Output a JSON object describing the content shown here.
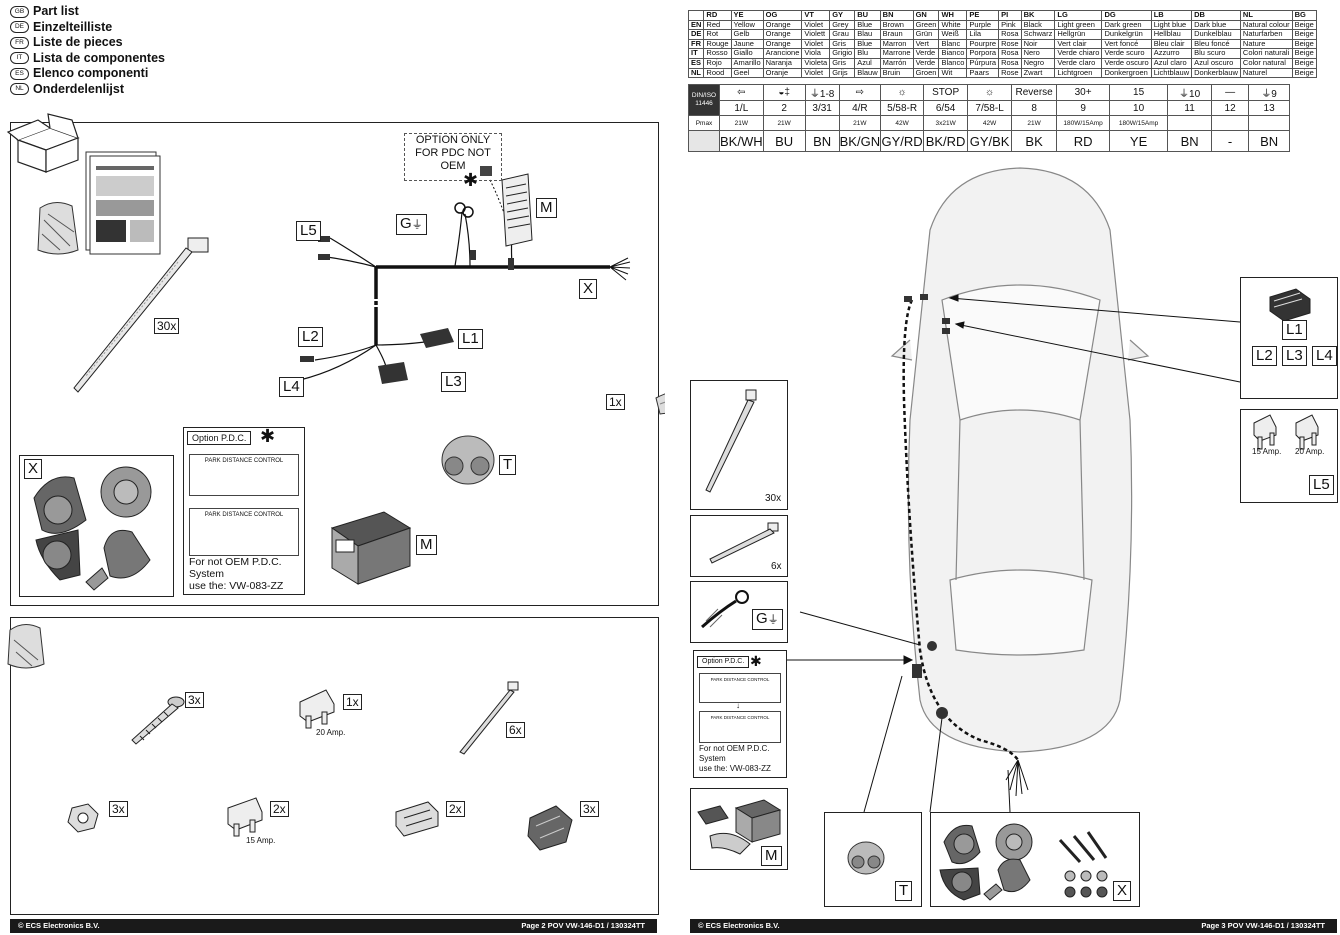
{
  "left_page": {
    "titles": [
      {
        "code": "GB",
        "text": "Part list"
      },
      {
        "code": "DE",
        "text": "Einzelteilliste"
      },
      {
        "code": "FR",
        "text": "Liste de pieces"
      },
      {
        "code": "IT",
        "text": "Lista de componentes"
      },
      {
        "code": "ES",
        "text": "Elenco componenti"
      },
      {
        "code": "NL",
        "text": "Onderdelenlijst"
      }
    ],
    "option_note": "OPTION ONLY FOR PDC NOT OEM",
    "asterisk": "✱",
    "part_labels": {
      "M": "M",
      "G": "G",
      "L5": "L5",
      "X": "X",
      "L2": "L2",
      "L1": "L1",
      "L4": "L4",
      "L3": "L3",
      "T": "T",
      "X_box": "X",
      "M_box": "M"
    },
    "qty": {
      "ties": "30x",
      "foil": "1x"
    },
    "pdc": {
      "title": "Option P.D.C.",
      "panel1": "PARK DISTANCE CONTROL",
      "panel2": "PARK DISTANCE CONTROL",
      "note": [
        "For not OEM P.D.C.",
        "System",
        "use the: VW-083-ZZ"
      ]
    },
    "hardware": {
      "screw_qty": "3x",
      "fuse20_qty": "1x",
      "fuse20_cap": "20 Amp.",
      "tie_qty": "6x",
      "nut_qty": "3x",
      "fuse15_qty": "2x",
      "fuse15_cap": "15 Amp.",
      "connector_qty": "2x",
      "clip_qty": "3x"
    },
    "footer": {
      "left": "© ECS Electronics B.V.",
      "right": "Page 2  POV VW-146-D1 / 130324TT"
    }
  },
  "right_page": {
    "color_table": {
      "header": [
        "",
        "RD",
        "YE",
        "OG",
        "VT",
        "GY",
        "BU",
        "BN",
        "GN",
        "WH",
        "PE",
        "PI",
        "BK",
        "LG",
        "DG",
        "LB",
        "DB",
        "NL",
        "BG"
      ],
      "rows": [
        [
          "EN",
          "Red",
          "Yellow",
          "Orange",
          "Violet",
          "Grey",
          "Blue",
          "Brown",
          "Green",
          "White",
          "Purple",
          "Pink",
          "Black",
          "Light green",
          "Dark green",
          "Light blue",
          "Dark blue",
          "Natural colour",
          "Beige"
        ],
        [
          "DE",
          "Rot",
          "Gelb",
          "Orange",
          "Violett",
          "Grau",
          "Blau",
          "Braun",
          "Grün",
          "Weiß",
          "Lila",
          "Rosa",
          "Schwarz",
          "Hellgrün",
          "Dunkelgrün",
          "Hellblau",
          "Dunkelblau",
          "Naturfarben",
          "Beige"
        ],
        [
          "FR",
          "Rouge",
          "Jaune",
          "Orange",
          "Violet",
          "Gris",
          "Blue",
          "Marron",
          "Vert",
          "Blanc",
          "Pourpre",
          "Rose",
          "Noir",
          "Vert clair",
          "Vert foncé",
          "Bleu clair",
          "Bleu foncé",
          "Nature",
          "Beige"
        ],
        [
          "IT",
          "Rosso",
          "Giallo",
          "Arancione",
          "Viola",
          "Grigio",
          "Blu",
          "Marrone",
          "Verde",
          "Bianco",
          "Porpora",
          "Rosa",
          "Nero",
          "Verde chiaro",
          "Verde scuro",
          "Azzurro",
          "Blu scuro",
          "Colori naturali",
          "Beige"
        ],
        [
          "ES",
          "Rojo",
          "Amarillo",
          "Naranja",
          "Violeta",
          "Gris",
          "Azul",
          "Marrón",
          "Verde",
          "Blanco",
          "Púrpura",
          "Rosa",
          "Negro",
          "Verde claro",
          "Verde oscuro",
          "Azul claro",
          "Azul oscuro",
          "Color natural",
          "Beige"
        ],
        [
          "NL",
          "Rood",
          "Geel",
          "Oranje",
          "Violet",
          "Grijs",
          "Blauw",
          "Bruin",
          "Groen",
          "Wit",
          "Paars",
          "Rose",
          "Zwart",
          "Lichtgroen",
          "Donkergroen",
          "Lichtblauw",
          "Donkerblauw",
          "Naturel",
          "Beige"
        ]
      ]
    },
    "pin_table": {
      "din_label": "DIN/ISO 11446",
      "pmax_label": "Pmax",
      "icons": [
        "⇦",
        "◒‡",
        "⏚1-8",
        "⇨",
        "☼",
        "STOP",
        "☼",
        "Reverse",
        "30+",
        "15",
        "⏚10",
        "—",
        "⏚9"
      ],
      "pins": [
        "1/L",
        "2",
        "3/31",
        "4/R",
        "5/58-R",
        "6/54",
        "7/58-L",
        "8",
        "9",
        "10",
        "11",
        "12",
        "13"
      ],
      "watts": [
        "21W",
        "21W",
        "",
        "21W",
        "42W",
        "3x21W",
        "42W",
        "21W",
        "180W/15Amp",
        "180W/15Amp",
        "",
        "",
        ""
      ],
      "codes": [
        "BK/WH",
        "BU",
        "BN",
        "BK/GN",
        "GY/RD",
        "BK/RD",
        "GY/BK",
        "BK",
        "RD",
        "YE",
        "BN",
        "-",
        "BN"
      ]
    },
    "labels": {
      "L1": "L1",
      "L2": "L2",
      "L3": "L3",
      "L4": "L4",
      "L5": "L5",
      "G": "G",
      "M": "M",
      "T": "T",
      "X": "X"
    },
    "qty": {
      "ties": "30x",
      "small_ties": "6x"
    },
    "fuses": {
      "a": "15 Amp.",
      "b": "20 Amp."
    },
    "pdc": {
      "title": "Option P.D.C.",
      "panel1": "PARK DISTANCE CONTROL",
      "panel2": "PARK DISTANCE CONTROL",
      "note": [
        "For not OEM P.D.C.",
        "System",
        "use the: VW-083-ZZ"
      ]
    },
    "asterisk": "✱",
    "footer": {
      "left": "© ECS Electronics B.V.",
      "right": "Page 3  POV VW-146-D1 / 130324TT"
    }
  }
}
